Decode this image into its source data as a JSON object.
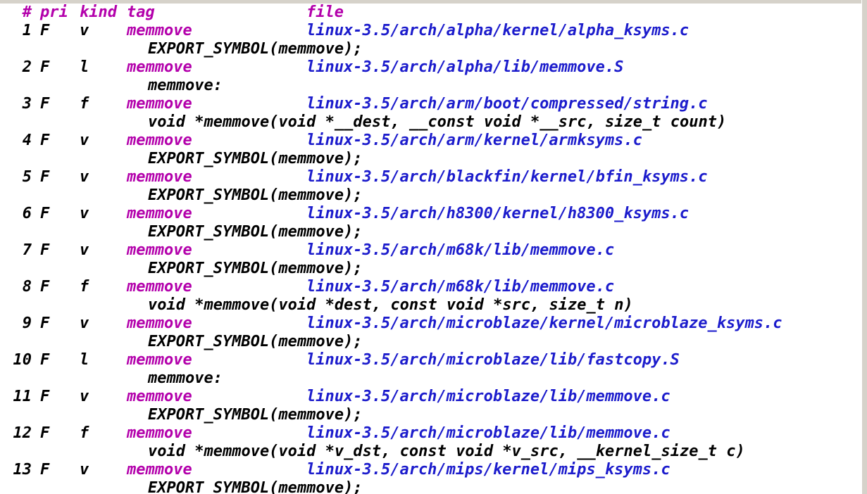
{
  "colors": {
    "header": "#b300ab",
    "tag": "#b300ab",
    "file": "#1c1ccc",
    "text": "#000000",
    "chrome": "#d6d2ca",
    "background": "#ffffff"
  },
  "header": {
    "num": "#",
    "pri": "pri",
    "kind": "kind",
    "tag": "tag",
    "file": "file"
  },
  "entries": [
    {
      "num": "1",
      "pri": "F",
      "kind": "v",
      "tag": "memmove",
      "file": "linux-3.5/arch/alpha/kernel/alpha_ksyms.c",
      "excerpt": "EXPORT_SYMBOL(memmove);"
    },
    {
      "num": "2",
      "pri": "F",
      "kind": "l",
      "tag": "memmove",
      "file": "linux-3.5/arch/alpha/lib/memmove.S",
      "excerpt": "memmove:"
    },
    {
      "num": "3",
      "pri": "F",
      "kind": "f",
      "tag": "memmove",
      "file": "linux-3.5/arch/arm/boot/compressed/string.c",
      "excerpt": "void *memmove(void *__dest, __const void *__src, size_t count)"
    },
    {
      "num": "4",
      "pri": "F",
      "kind": "v",
      "tag": "memmove",
      "file": "linux-3.5/arch/arm/kernel/armksyms.c",
      "excerpt": "EXPORT_SYMBOL(memmove);"
    },
    {
      "num": "5",
      "pri": "F",
      "kind": "v",
      "tag": "memmove",
      "file": "linux-3.5/arch/blackfin/kernel/bfin_ksyms.c",
      "excerpt": "EXPORT_SYMBOL(memmove);"
    },
    {
      "num": "6",
      "pri": "F",
      "kind": "v",
      "tag": "memmove",
      "file": "linux-3.5/arch/h8300/kernel/h8300_ksyms.c",
      "excerpt": "EXPORT_SYMBOL(memmove);"
    },
    {
      "num": "7",
      "pri": "F",
      "kind": "v",
      "tag": "memmove",
      "file": "linux-3.5/arch/m68k/lib/memmove.c",
      "excerpt": "EXPORT_SYMBOL(memmove);"
    },
    {
      "num": "8",
      "pri": "F",
      "kind": "f",
      "tag": "memmove",
      "file": "linux-3.5/arch/m68k/lib/memmove.c",
      "excerpt": "void *memmove(void *dest, const void *src, size_t n)"
    },
    {
      "num": "9",
      "pri": "F",
      "kind": "v",
      "tag": "memmove",
      "file": "linux-3.5/arch/microblaze/kernel/microblaze_ksyms.c",
      "excerpt": "EXPORT_SYMBOL(memmove);"
    },
    {
      "num": "10",
      "pri": "F",
      "kind": "l",
      "tag": "memmove",
      "file": "linux-3.5/arch/microblaze/lib/fastcopy.S",
      "excerpt": "memmove:"
    },
    {
      "num": "11",
      "pri": "F",
      "kind": "v",
      "tag": "memmove",
      "file": "linux-3.5/arch/microblaze/lib/memmove.c",
      "excerpt": "EXPORT_SYMBOL(memmove);"
    },
    {
      "num": "12",
      "pri": "F",
      "kind": "f",
      "tag": "memmove",
      "file": "linux-3.5/arch/microblaze/lib/memmove.c",
      "excerpt": "void *memmove(void *v_dst, const void *v_src, __kernel_size_t c)"
    },
    {
      "num": "13",
      "pri": "F",
      "kind": "v",
      "tag": "memmove",
      "file": "linux-3.5/arch/mips/kernel/mips_ksyms.c",
      "excerpt": "EXPORT_SYMBOL(memmove);"
    }
  ]
}
